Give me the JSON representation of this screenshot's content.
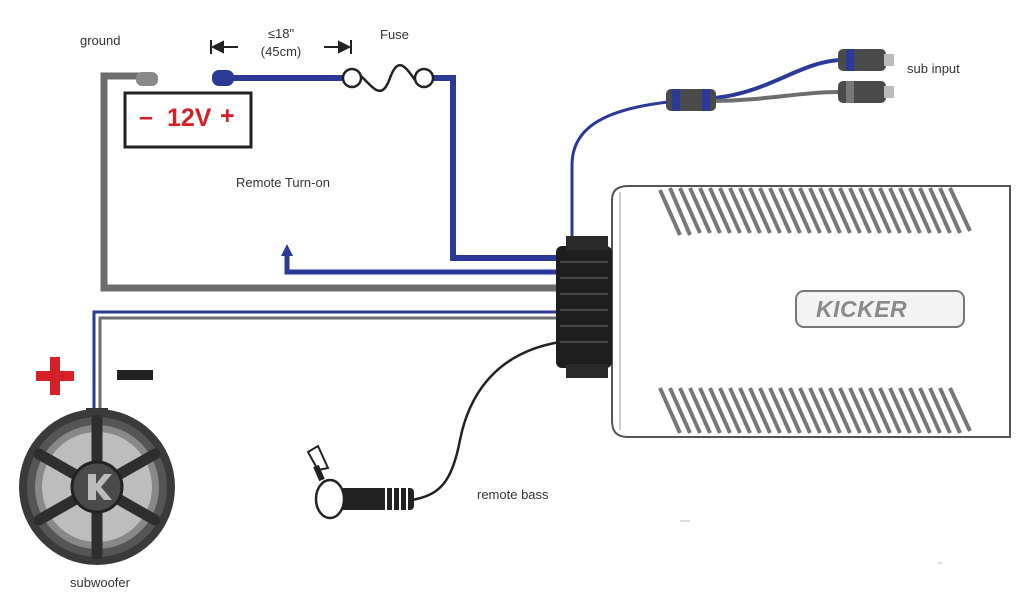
{
  "labels": {
    "ground": "ground",
    "length_limit_in": "≤18\"",
    "length_limit_cm": "(45cm)",
    "fuse": "Fuse",
    "remote_turn_on": "Remote Turn-on",
    "sub_input": "sub input",
    "remote_bass": "remote bass",
    "subwoofer": "subwoofer"
  },
  "battery": {
    "minus": "–",
    "voltage": "12V",
    "plus": "+"
  },
  "amplifier": {
    "brand": "KICKER"
  },
  "subwoofer_polarity": {
    "plus": "+",
    "minus": "–"
  },
  "colors": {
    "power_wire": "#2b3a96",
    "ground_wire": "#6d6d6d",
    "positive": "#d62027",
    "negative": "#222222"
  }
}
